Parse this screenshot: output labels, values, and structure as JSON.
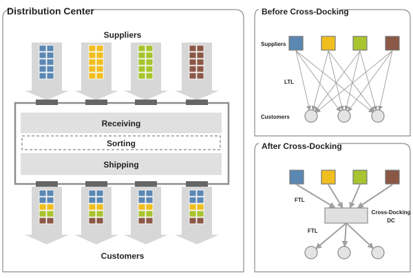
{
  "colors": {
    "blue": "#5b87b3",
    "yellow": "#f0be1e",
    "green": "#a8c42e",
    "brown": "#8b5846",
    "frame": "#8c8c8c",
    "band": "#e0e0e0",
    "arrow": "#d7d7d7",
    "dock": "#666666"
  },
  "distribution_center": {
    "title": "Distribution Center",
    "top_label": "Suppliers",
    "bottom_label": "Customers",
    "stages": [
      "Receiving",
      "Sorting",
      "Shipping"
    ],
    "inbound_suppliers": [
      "blue",
      "yellow",
      "green",
      "brown"
    ],
    "outbound_customer_mix": [
      "blue",
      "yellow",
      "green",
      "brown"
    ]
  },
  "before": {
    "title": "Before Cross-Docking",
    "suppliers_label": "Suppliers",
    "ltl_label": "LTL",
    "customers_label": "Customers",
    "suppliers": [
      "blue",
      "yellow",
      "green",
      "brown"
    ],
    "customer_count": 3
  },
  "after": {
    "title": "After Cross-Docking",
    "ftl_in_label": "FTL",
    "ftl_out_label": "FTL",
    "dc_label_line1": "Cross-Docking",
    "dc_label_line2": "DC",
    "suppliers": [
      "blue",
      "yellow",
      "green",
      "brown"
    ],
    "customer_count": 3
  }
}
